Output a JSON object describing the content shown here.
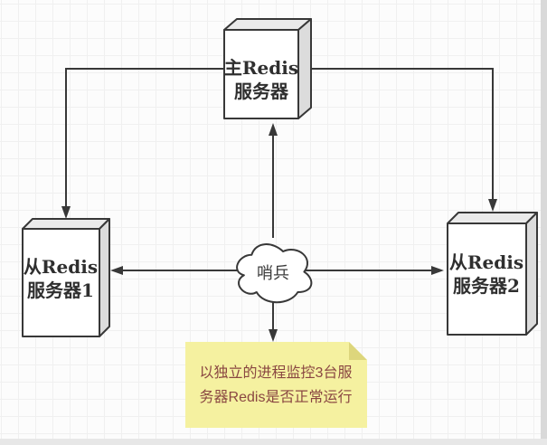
{
  "diagram": {
    "nodes": {
      "master": {
        "lines": [
          "主Redis",
          "服务器"
        ]
      },
      "slave1": {
        "lines": [
          "从Redis",
          "服务器1"
        ]
      },
      "slave2": {
        "lines": [
          "从Redis",
          "服务器2"
        ]
      },
      "sentinel": {
        "label": "哨兵"
      }
    },
    "note": {
      "lines": [
        "以独立的进程监控3台服",
        "务器Redis是否正常运行"
      ]
    },
    "colors": {
      "stroke": "#383838",
      "label_text": "#2f2f2f",
      "cloud_text": "#3c3c3c",
      "box_front": "#ffffff",
      "box_top": "#eaeaea",
      "box_side": "#dcdcdc",
      "cloud_fill": "#ffffff",
      "note_bg": "#f5f1a0",
      "note_fold": "#ddd67c",
      "note_text": "#8a4742"
    }
  }
}
